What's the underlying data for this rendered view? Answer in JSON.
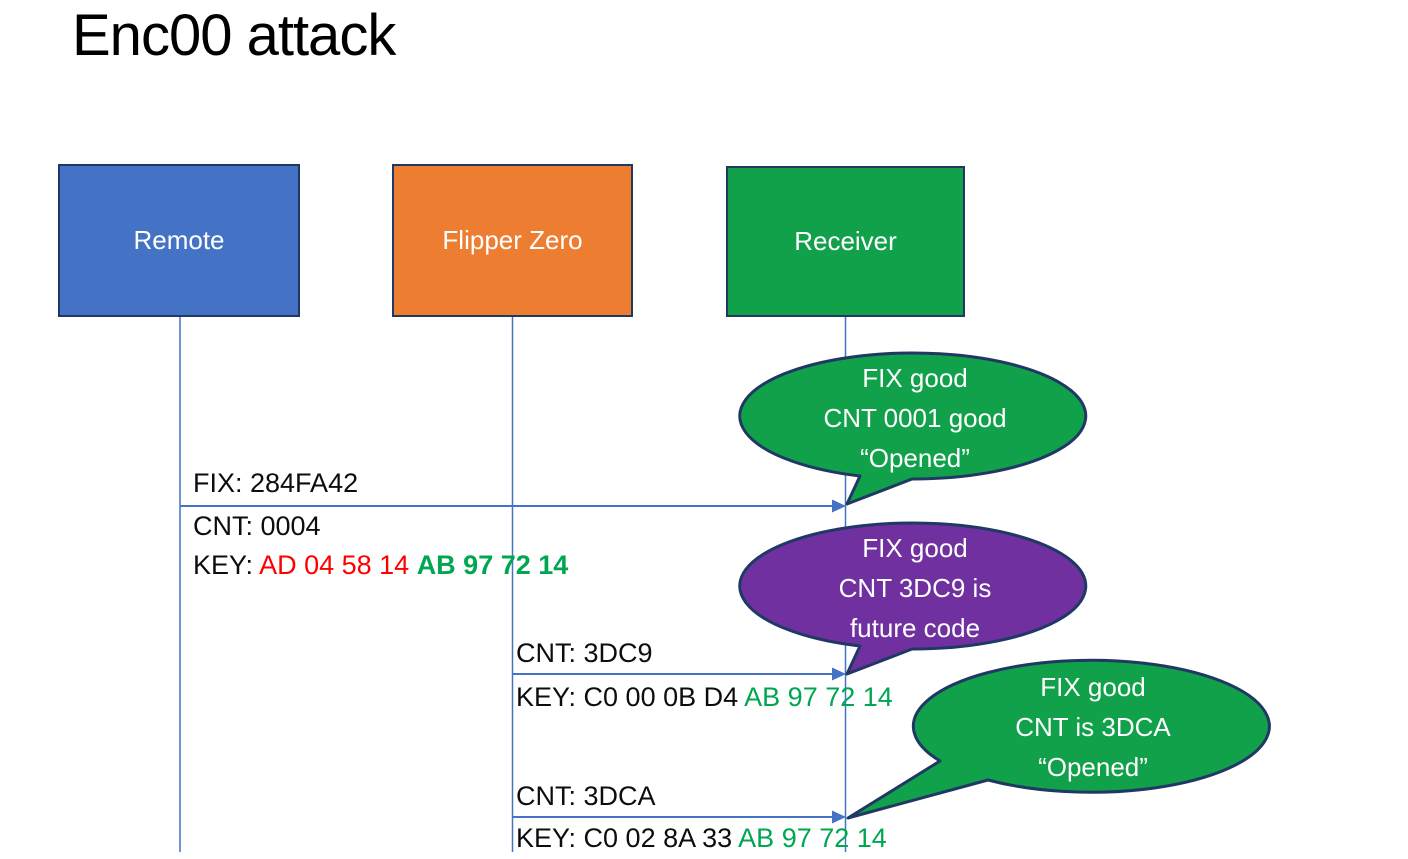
{
  "title": "Enc00 attack",
  "actors": [
    {
      "id": "remote",
      "label": "Remote"
    },
    {
      "id": "flipper",
      "label": "Flipper Zero"
    },
    {
      "id": "receiver",
      "label": "Receiver"
    }
  ],
  "messages": [
    {
      "from": "Remote",
      "to": "Receiver",
      "label_above": "FIX: 284FA42",
      "line2": "CNT: 0004",
      "key_prefix": "KEY: ",
      "key_red": "AD 04 58 14 ",
      "key_green": "AB 97 72 14"
    },
    {
      "from": "Flipper Zero",
      "to": "Receiver",
      "label_above": "CNT: 3DC9",
      "key_prefix": "KEY: C0 00 0B D4 ",
      "key_green": "AB 97 72 14"
    },
    {
      "from": "Flipper Zero",
      "to": "Receiver",
      "label_above": "CNT: 3DCA",
      "key_prefix": "KEY: C0 02 8A 33 ",
      "key_green": "AB 97 72 14"
    }
  ],
  "callouts": [
    {
      "color": "#10A14A",
      "lines": [
        "FIX good",
        "CNT 0001 good",
        "“Opened”"
      ]
    },
    {
      "color": "#7030A0",
      "lines": [
        "FIX good",
        "CNT 3DC9 is",
        "future code"
      ]
    },
    {
      "color": "#10A14A",
      "lines": [
        "FIX good",
        "CNT is 3DCA",
        "“Opened”"
      ]
    }
  ],
  "colors": {
    "remote_fill": "#4472C4",
    "flipper_fill": "#ED7D31",
    "receiver_fill": "#10A14A",
    "callout_green": "#10A14A",
    "callout_purple": "#7030A0",
    "outline_dark": "#1F3864",
    "connector_blue": "#4472C4",
    "key_red_text": "#FF0000",
    "key_green_text": "#00A651"
  }
}
